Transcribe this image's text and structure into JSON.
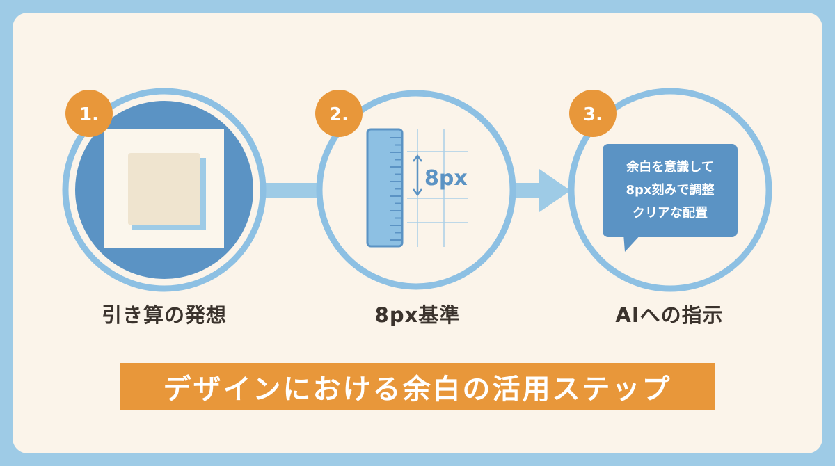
{
  "steps": [
    {
      "number": "1.",
      "label": "引き算の発想"
    },
    {
      "number": "2.",
      "label": "8px基準",
      "measure_label": "8px"
    },
    {
      "number": "3.",
      "label": "AIへの指示",
      "bubble_lines": [
        "余白を意識して",
        "8px刻みで調整",
        "クリアな配置"
      ]
    }
  ],
  "banner": {
    "title": "デザインにおける余白の活用ステップ"
  },
  "colors": {
    "frame": "#9ecbe6",
    "background": "#fbf4ea",
    "circle_outline": "#8dc0e3",
    "deep_blue": "#5b93c4",
    "badge_orange": "#e8973a",
    "banner_orange": "#e8973a",
    "text_dark": "#3b332d"
  },
  "icons": [
    "square-frame-icon",
    "ruler-icon",
    "speech-bubble-icon",
    "arrow-right-icon"
  ]
}
